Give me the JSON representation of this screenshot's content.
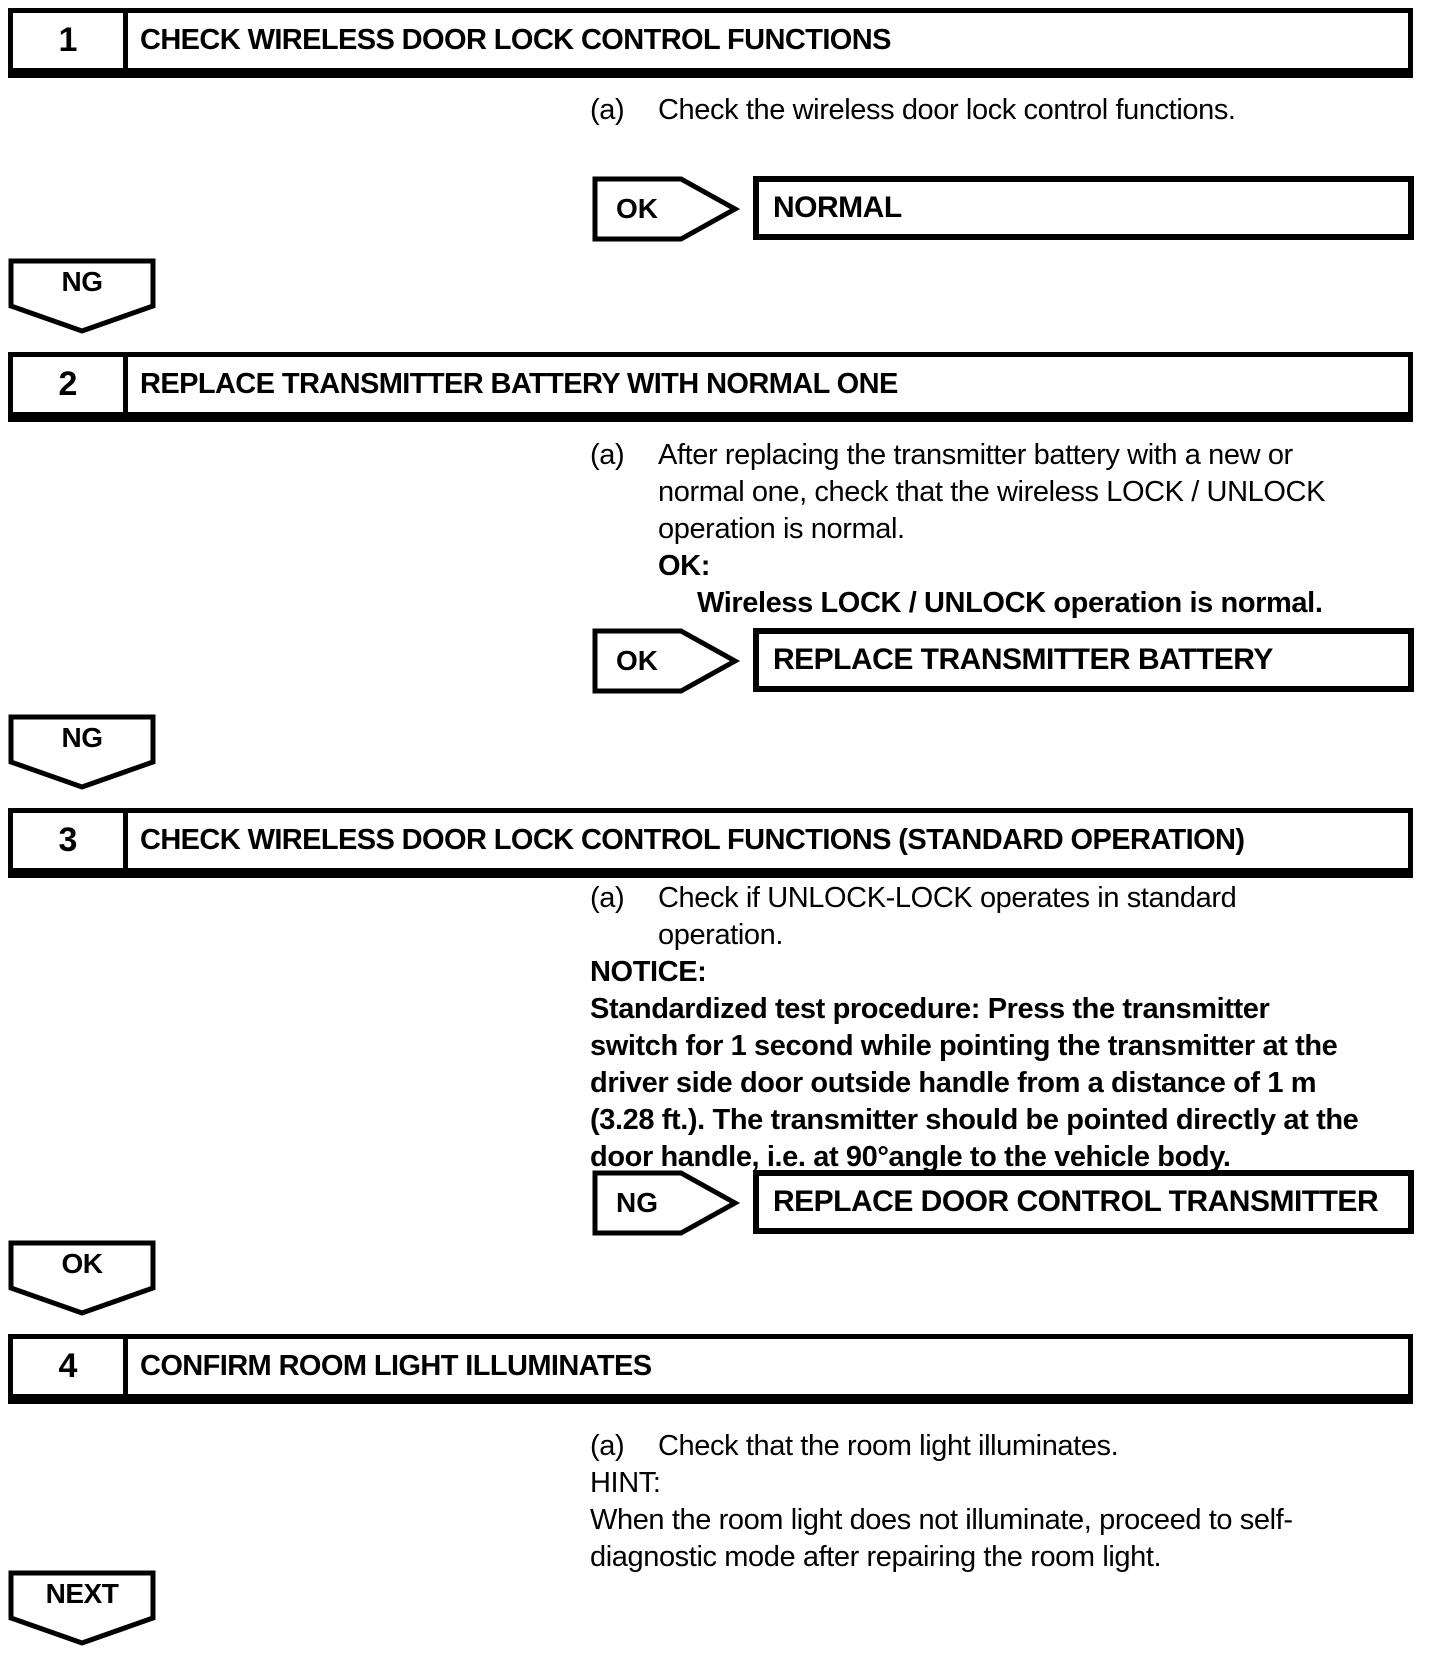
{
  "colors": {
    "ink": "#000000",
    "paper": "#ffffff"
  },
  "steps": [
    {
      "number": "1",
      "title": "CHECK WIRELESS DOOR LOCK CONTROL FUNCTIONS",
      "body": [
        {
          "marker": "(a)",
          "text": "Check the wireless door lock control functions."
        }
      ],
      "result": {
        "verdict": "OK",
        "action": "NORMAL"
      },
      "connector": "NG"
    },
    {
      "number": "2",
      "title": "REPLACE TRANSMITTER BATTERY WITH NORMAL ONE",
      "body": [
        {
          "marker": "(a)",
          "text": "After replacing the transmitter battery with a new or"
        },
        {
          "text": "normal one, check that the wireless LOCK / UNLOCK"
        },
        {
          "text": "operation is normal."
        },
        {
          "text": "OK:"
        },
        {
          "text": "Wireless LOCK / UNLOCK operation is normal."
        }
      ],
      "result": {
        "verdict": "OK",
        "action": "REPLACE TRANSMITTER BATTERY"
      },
      "connector": "NG"
    },
    {
      "number": "3",
      "title": "CHECK WIRELESS DOOR LOCK CONTROL FUNCTIONS (STANDARD OPERATION)",
      "body": [
        {
          "marker": "(a)",
          "text": "Check if UNLOCK-LOCK operates in standard"
        },
        {
          "text": "operation."
        },
        {
          "text": "NOTICE:"
        },
        {
          "text": "Standardized test procedure: Press the transmitter"
        },
        {
          "text": "switch for 1 second while pointing the transmitter at the"
        },
        {
          "text": "driver side door outside handle from a distance of 1 m"
        },
        {
          "text": "(3.28 ft.). The transmitter should be pointed directly at the"
        },
        {
          "text": "door handle, i.e. at 90°angle to the vehicle body."
        }
      ],
      "result": {
        "verdict": "NG",
        "action": "REPLACE DOOR CONTROL TRANSMITTER"
      },
      "connector": "OK"
    },
    {
      "number": "4",
      "title": "CONFIRM ROOM LIGHT ILLUMINATES",
      "body": [
        {
          "marker": "(a)",
          "text": "Check that the room light illuminates."
        },
        {
          "text": "HINT:"
        },
        {
          "text": "When the room light does not illuminate, proceed to self-"
        },
        {
          "text": "diagnostic mode after repairing the room light."
        }
      ],
      "connector": "NEXT"
    }
  ]
}
